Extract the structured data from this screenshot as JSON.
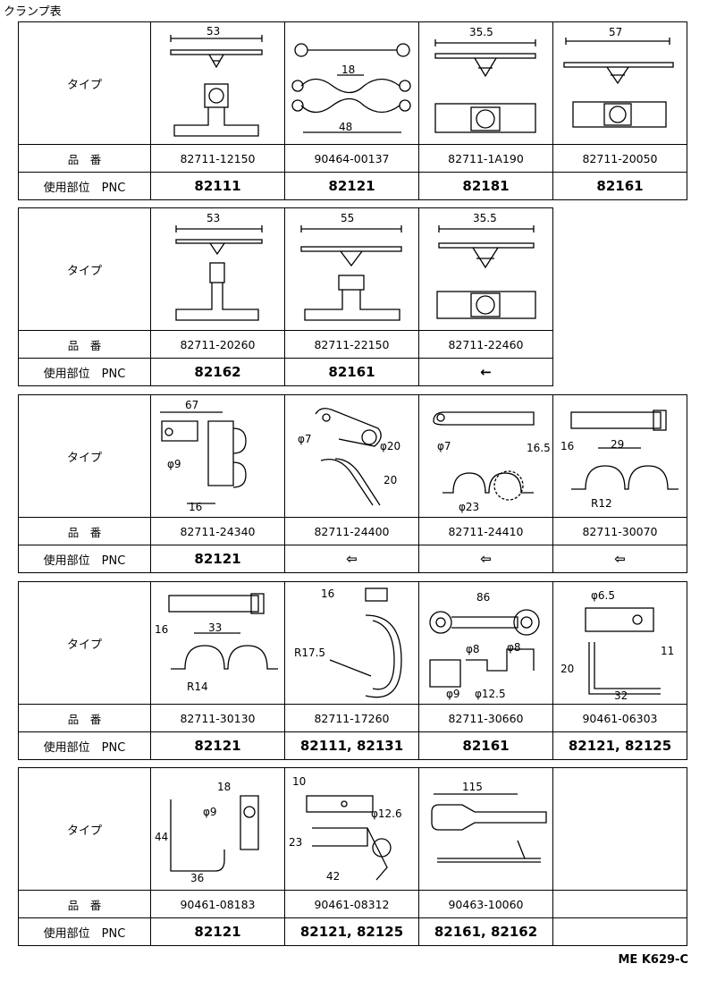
{
  "title": "クランプ表",
  "labels": {
    "type": "タイプ",
    "part_no": "品　番",
    "usage": "使用部位　PNC"
  },
  "footer": "ME K629-C",
  "groups": [
    {
      "items": [
        {
          "dims": [
            "53"
          ],
          "part_no": "82711-12150",
          "pnc": "82111"
        },
        {
          "dims": [
            "18",
            "48"
          ],
          "part_no": "90464-00137",
          "pnc": "82121"
        },
        {
          "dims": [
            "35.5"
          ],
          "part_no": "82711-1A190",
          "pnc": "82181"
        },
        {
          "dims": [
            "57"
          ],
          "part_no": "82711-20050",
          "pnc": "82161"
        }
      ]
    },
    {
      "items": [
        {
          "dims": [
            "53"
          ],
          "part_no": "82711-20260",
          "pnc": "82162"
        },
        {
          "dims": [
            "55"
          ],
          "part_no": "82711-22150",
          "pnc": "82161"
        },
        {
          "dims": [
            "35.5"
          ],
          "part_no": "82711-22460",
          "pnc": "←"
        }
      ]
    },
    {
      "items": [
        {
          "dims": [
            "67",
            "φ9",
            "16"
          ],
          "part_no": "82711-24340",
          "pnc": "82121"
        },
        {
          "dims": [
            "φ7",
            "φ20",
            "20"
          ],
          "part_no": "82711-24400",
          "pnc": "⇦"
        },
        {
          "dims": [
            "φ7",
            "16.5",
            "φ23"
          ],
          "part_no": "82711-24410",
          "pnc": "⇦"
        },
        {
          "dims": [
            "16",
            "29",
            "R12"
          ],
          "part_no": "82711-30070",
          "pnc": "⇦"
        }
      ]
    },
    {
      "items": [
        {
          "dims": [
            "16",
            "33",
            "R14"
          ],
          "part_no": "82711-30130",
          "pnc": "82121"
        },
        {
          "dims": [
            "16",
            "R17.5"
          ],
          "part_no": "82711-17260",
          "pnc": "82111, 82131"
        },
        {
          "dims": [
            "86",
            "φ8",
            "φ8",
            "φ9",
            "φ12.5"
          ],
          "part_no": "82711-30660",
          "pnc": "82161"
        },
        {
          "dims": [
            "φ6.5",
            "11",
            "20",
            "32"
          ],
          "part_no": "90461-06303",
          "pnc": "82121, 82125"
        }
      ]
    },
    {
      "items": [
        {
          "dims": [
            "18",
            "φ9",
            "44",
            "36"
          ],
          "part_no": "90461-08183",
          "pnc": "82121"
        },
        {
          "dims": [
            "10",
            "φ12.6",
            "23",
            "42"
          ],
          "part_no": "90461-08312",
          "pnc": "82121, 82125"
        },
        {
          "dims": [
            "115"
          ],
          "part_no": "90463-10060",
          "pnc": "82161, 82162"
        }
      ]
    }
  ]
}
